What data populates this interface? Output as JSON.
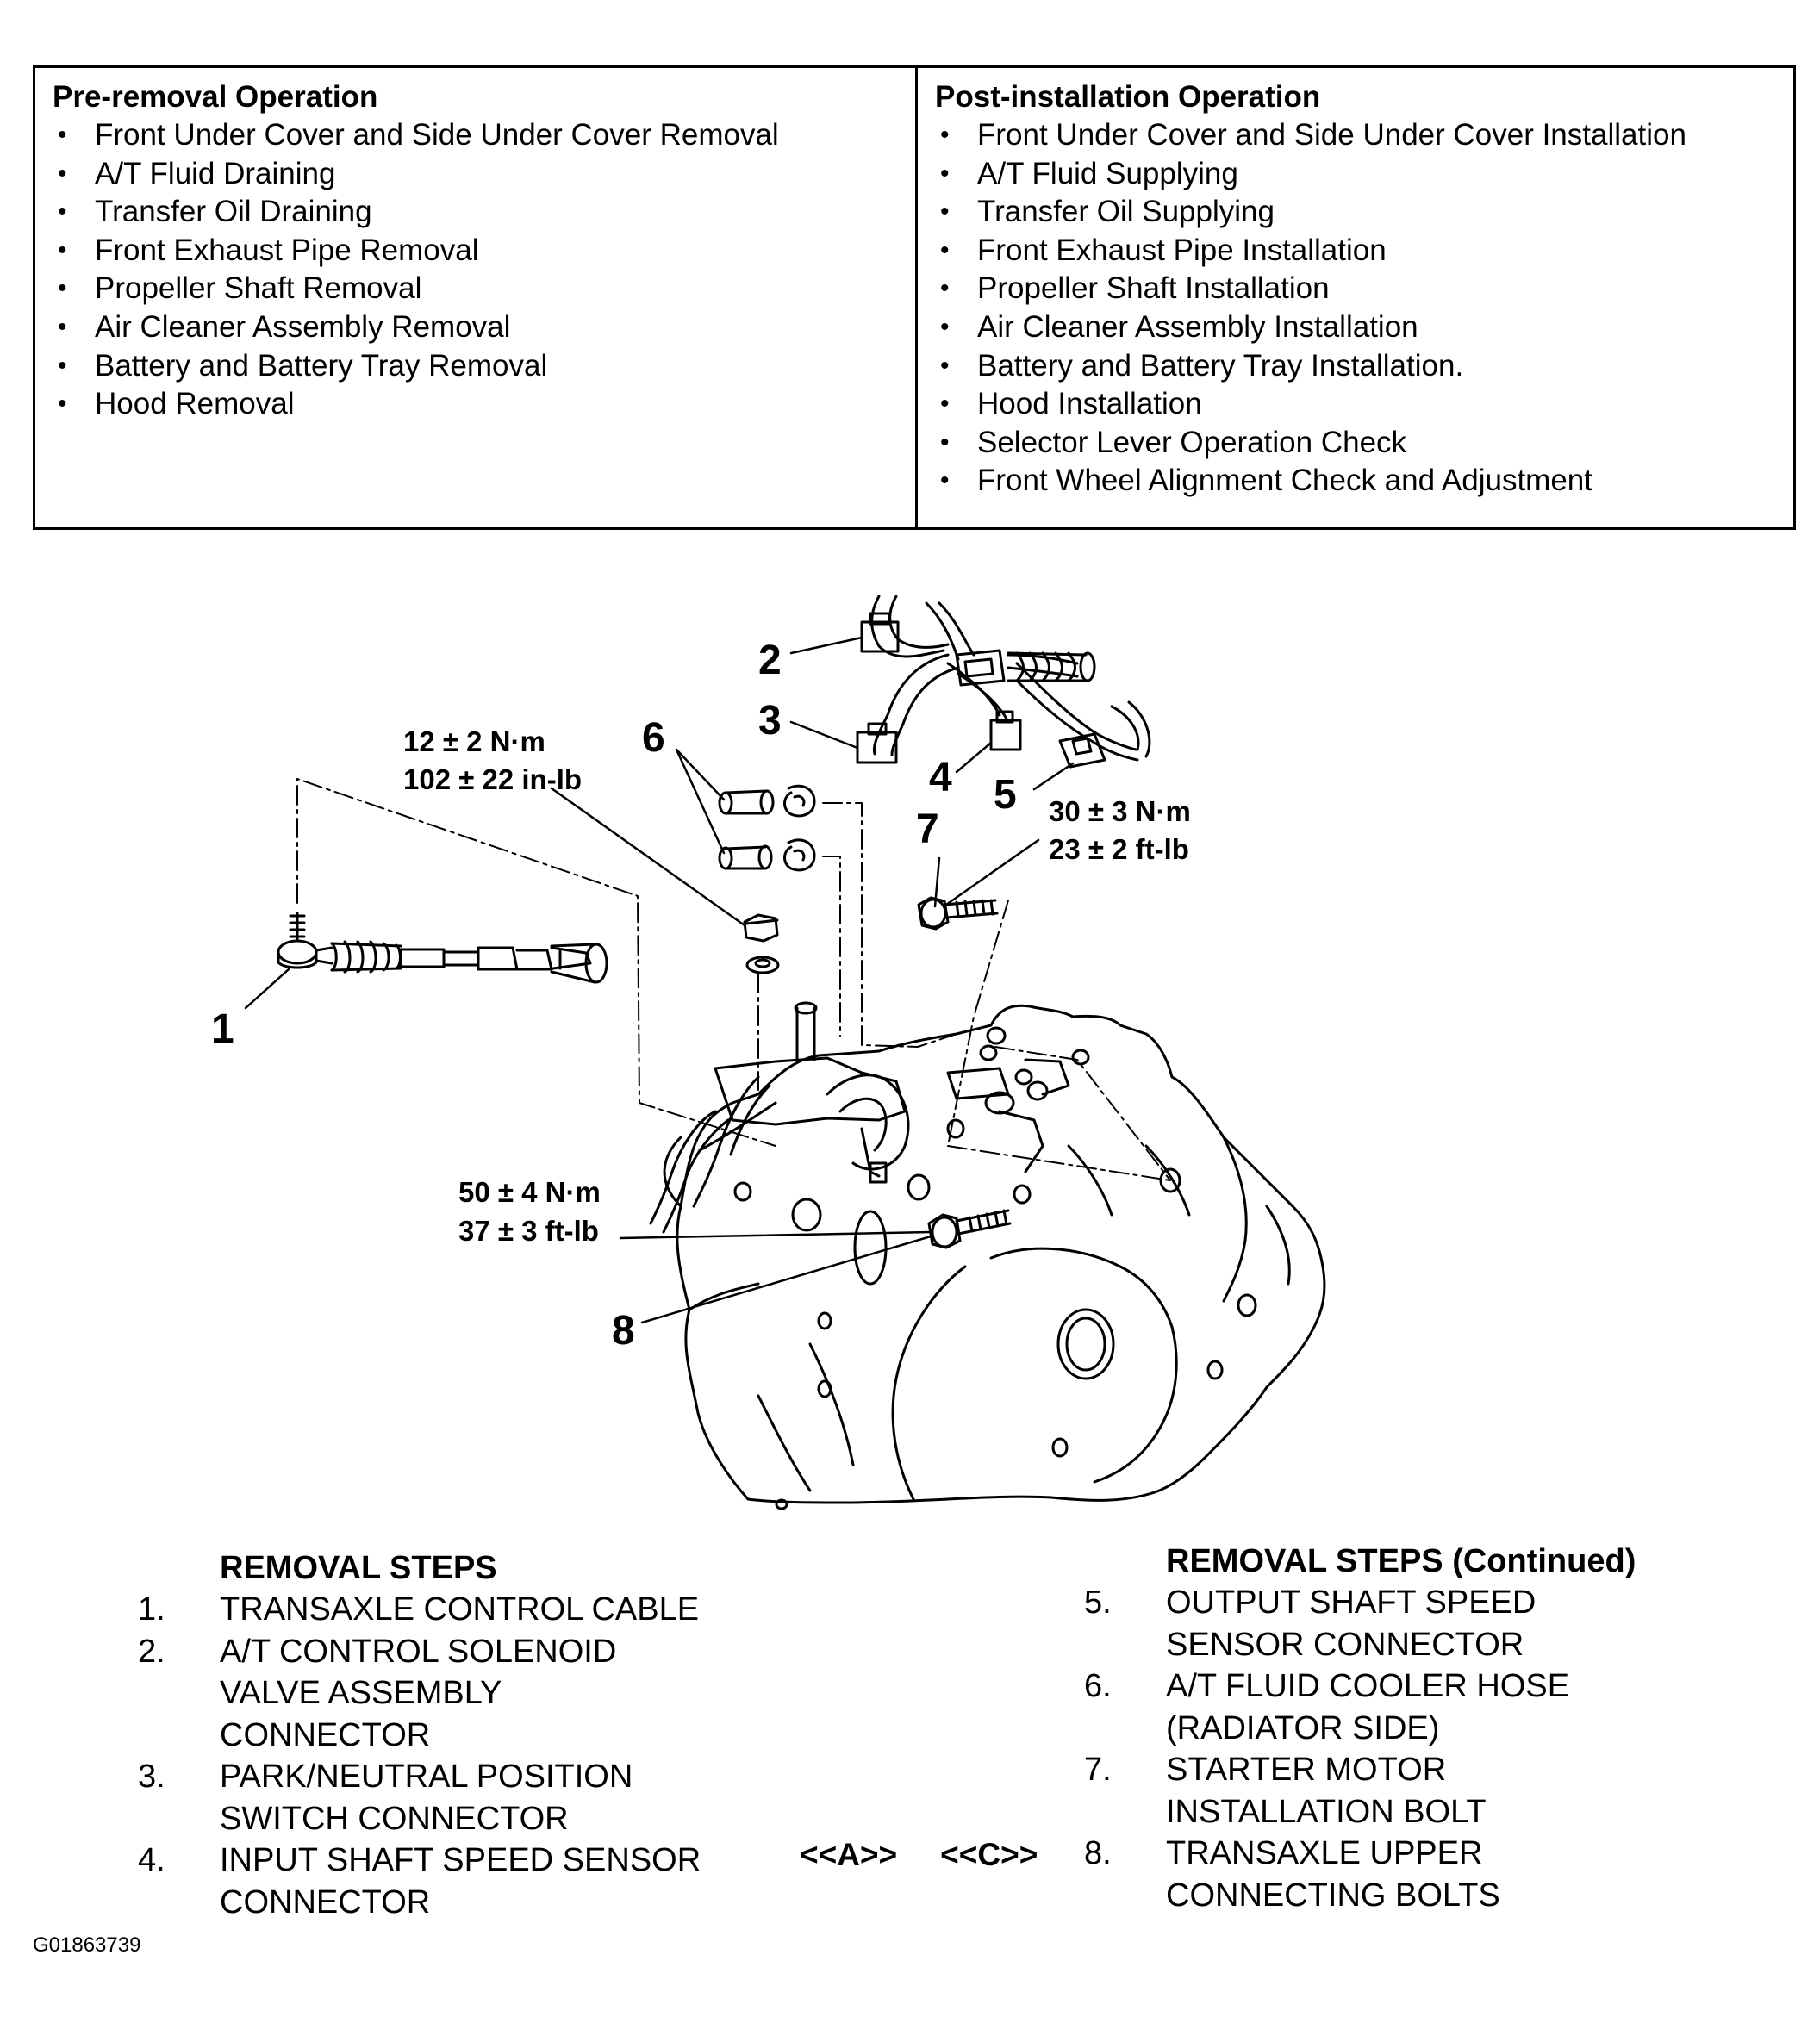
{
  "operations": {
    "pre_removal": {
      "title": "Pre-removal Operation",
      "items": [
        "Front Under Cover and Side Under Cover Removal",
        "A/T Fluid Draining",
        "Transfer Oil Draining",
        "Front Exhaust Pipe Removal",
        "Propeller Shaft Removal",
        "Air Cleaner Assembly Removal",
        "Battery and Battery Tray Removal",
        "Hood Removal"
      ]
    },
    "post_installation": {
      "title": "Post-installation Operation",
      "items": [
        "Front Under Cover and Side Under Cover Installation",
        "A/T Fluid Supplying",
        "Transfer Oil Supplying",
        "Front Exhaust Pipe Installation",
        "Propeller Shaft Installation",
        "Air Cleaner Assembly Installation",
        "Battery and Battery Tray Installation.",
        "Hood Installation",
        "Selector Lever Operation Check",
        "Front Wheel Alignment Check and Adjustment"
      ]
    }
  },
  "diagram": {
    "callouts": [
      "1",
      "2",
      "3",
      "4",
      "5",
      "6",
      "7",
      "8"
    ],
    "torque_nut": [
      "12 ± 2 N·m",
      "102 ± 22 in-lb"
    ],
    "torque_starter_bolt": [
      "30 ± 3 N·m",
      "23 ± 2 ft-lb"
    ],
    "torque_upper_bolts": [
      "50 ± 4 N·m",
      "37 ± 3 ft-lb"
    ]
  },
  "removal_steps": {
    "title": "REMOVAL STEPS",
    "items": [
      {
        "num": "1.",
        "text": "TRANSAXLE CONTROL CABLE"
      },
      {
        "num": "2.",
        "text": "A/T CONTROL SOLENOID\nVALVE ASSEMBLY\nCONNECTOR"
      },
      {
        "num": "3.",
        "text": "PARK/NEUTRAL POSITION\nSWITCH CONNECTOR"
      },
      {
        "num": "4.",
        "text": "INPUT SHAFT SPEED SENSOR\nCONNECTOR"
      }
    ]
  },
  "removal_steps_continued": {
    "title": "REMOVAL STEPS (Continued)",
    "items": [
      {
        "num": "5.",
        "text": "OUTPUT SHAFT SPEED\nSENSOR CONNECTOR"
      },
      {
        "num": "6.",
        "text": "A/T FLUID COOLER HOSE\n(RADIATOR SIDE)"
      },
      {
        "num": "7.",
        "text": "STARTER MOTOR\nINSTALLATION BOLT"
      },
      {
        "num": "8.",
        "text": "TRANSAXLE UPPER\nCONNECTING BOLTS"
      }
    ]
  },
  "references": [
    "<<A>>",
    "<<C>>"
  ],
  "figure_id": "G01863739"
}
